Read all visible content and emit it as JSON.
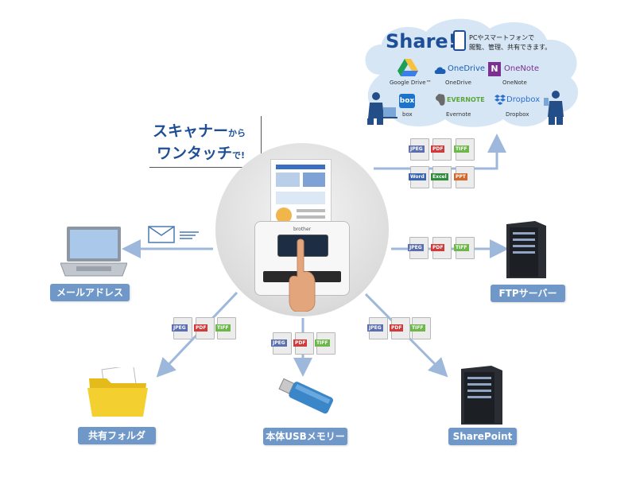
{
  "headline": {
    "line1": "スキャナー",
    "line1_suffix": "から",
    "line2": "ワンタッチ",
    "line2_suffix": "で!"
  },
  "cloud": {
    "share_title": "Share!",
    "description_line1": "PCやスマートフォンで",
    "description_line2": "閲覧、管理、共有できます。",
    "services": [
      {
        "logo": "",
        "name": "Google Drive™"
      },
      {
        "logo": "OneDrive",
        "name": "OneDrive"
      },
      {
        "logo": "OneNote",
        "name": "OneNote"
      },
      {
        "logo": "box",
        "name": "box"
      },
      {
        "logo": "EVERNOTE",
        "name": "Evernote"
      },
      {
        "logo": "Dropbox",
        "name": "Dropbox"
      }
    ]
  },
  "file_formats": {
    "jpeg": "JPEG",
    "pdf": "PDF",
    "tiff": "TIFF",
    "word": "Word",
    "excel": "Excel",
    "ppt": "PPT"
  },
  "destinations": {
    "email": "メールアドレス",
    "ftp": "FTPサーバー",
    "folder": "共有フォルダ",
    "usb": "本体USBメモリー",
    "sharepoint": "SharePoint"
  },
  "scanner": {
    "brand": "brother"
  },
  "colors": {
    "accent": "#1e4f96",
    "arrow": "#9db8db",
    "label_bg": "#6f98c9",
    "cloud": "#d6e6f5",
    "jpeg": "#5b6fb0",
    "pdf": "#d23a3a",
    "tiff": "#6db84a",
    "word": "#3a63b0",
    "excel": "#2f8a3d",
    "ppt": "#d2692a"
  }
}
